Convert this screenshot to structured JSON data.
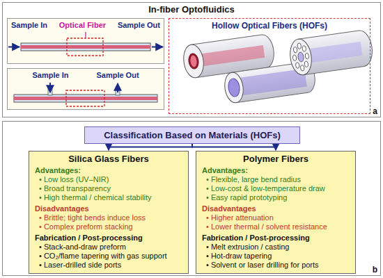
{
  "diagram": {
    "nodes": [
      {
        "text": [
          "In-fiber Optofluidics",
          "a"
        ]
      },
      {
        "text": [
          "Sample In",
          "Optical Fiber",
          "Sample Out"
        ],
        "in": 0
      },
      {
        "text": [
          "Sample In",
          "Sample Out"
        ],
        "in": 0
      },
      {
        "text": [
          "Hollow Optical Fibers (HOFs)"
        ],
        "in": 0
      },
      {
        "text": [
          "b"
        ]
      },
      {
        "text": [
          "Classification Based on Materials (HOFs)"
        ],
        "in": 4
      },
      {
        "text": [
          "Silica Glass Fibers",
          "Advantages:",
          "• Low loss (UV–NIR)",
          "• Broad transparency",
          "• High thermal / chemical stability",
          "Disadvantages",
          "• Brittle; tight bends induce loss",
          "• Complex preform stacking",
          "Fabrication / Post-processing",
          "• Stack-and-draw preform",
          "• CO₂/flame tapering with gas support",
          "• Laser-drilled side ports"
        ],
        "in": 4
      },
      {
        "text": [
          "Polymer Fibers",
          "Advantages:",
          "• Flexible, large bend radius",
          "• Low-cost & low-temperature draw",
          "• Easy rapid prototyping",
          "Disadvantages",
          "• Higher attenuation",
          "• Lower thermal / solvent resistance",
          "Fabrication / Post-processing",
          "• Melt extrusion / casting",
          "• Hot-draw tapering",
          "• Solvent or laser drilling for ports"
        ],
        "in": 4
      }
    ],
    "edges": [
      {
        "from": 5,
        "to": 6,
        "arrow": "to"
      },
      {
        "from": 5,
        "to": 7,
        "arrow": "to"
      }
    ]
  }
}
